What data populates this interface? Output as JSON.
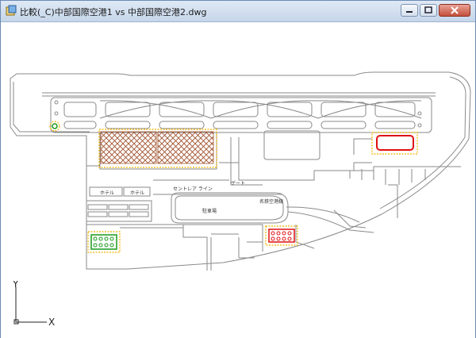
{
  "window": {
    "title": "比較(_C)中部国際空港1 vs 中部国際空港2.dwg",
    "icon": "autocad-compare-icon",
    "minimize_icon": "minimize-icon",
    "maximize_icon": "maximize-icon",
    "close_icon": "close-icon"
  },
  "drawing": {
    "labels": {
      "hotel_1": "ホテル",
      "hotel_2": "ホテル",
      "gate": "ゲート",
      "central_line": "セントレア ライン",
      "meitetsu": "名鉄空港線",
      "parking": "駐車場"
    },
    "colors": {
      "outline": "#8a8a8a",
      "highlight_yellow": "#f2b200",
      "hatch": "#a0522d",
      "red": "#e01010",
      "green": "#1a9a1a"
    }
  },
  "ucs": {
    "x_label": "X",
    "y_label": "Y",
    "icon": "ucs-axis-icon"
  }
}
